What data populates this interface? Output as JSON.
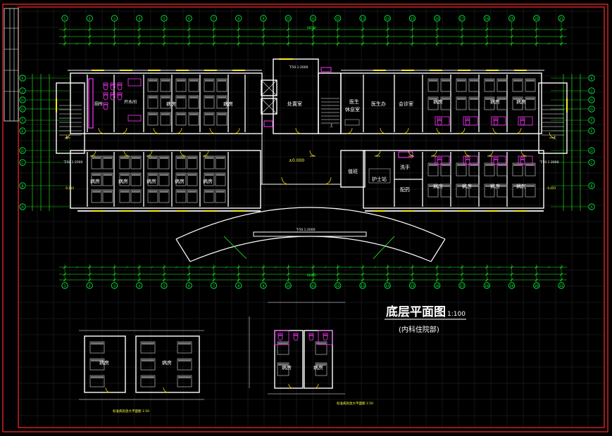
{
  "drawing": {
    "title": "底层平面图",
    "scale": "1:100",
    "subtitle": "(内科住院部)",
    "detail_caption_left": "标准病房放大平面图 1:50",
    "detail_caption_right": "标准病房放大平面图 1:50"
  },
  "axes": {
    "columns": [
      "1",
      "2",
      "3",
      "4",
      "5",
      "6",
      "7",
      "8",
      "9",
      "10",
      "11",
      "12",
      "13",
      "14",
      "15",
      "16",
      "17",
      "18",
      "19",
      "20",
      "21"
    ],
    "rows": [
      "K",
      "J",
      "H",
      "G",
      "F",
      "E",
      "D",
      "C",
      "B",
      "A"
    ],
    "overall_dim": "68300",
    "level_mark": "±0.000",
    "level_low": "-0.450"
  },
  "rooms": {
    "top_left_1": "厕所",
    "top_left_2": "开水间",
    "top_ward_1": "病房",
    "top_ward_2": "病房",
    "treatment": "处置室",
    "doctor_lounge_1": "医生",
    "doctor_lounge_2": "休息室",
    "doctor_office": "医生办",
    "consult": "会诊室",
    "top_right_1": "病房",
    "top_right_2": "病房",
    "top_right_3": "病房",
    "bot_ward_1": "病房",
    "bot_ward_2": "病房",
    "bot_ward_3": "病房",
    "bot_ward_4": "病房",
    "bot_ward_5": "病房",
    "duty": "值班",
    "nurse": "护士站",
    "wash": "洗手",
    "dispense": "配药",
    "bot_right_1": "病房",
    "bot_right_2": "病房",
    "bot_right_3": "病房",
    "bot_right_4": "病房",
    "up_left": "上",
    "up_mid": "上",
    "up_right": "上",
    "detail_a": "病房",
    "detail_b": "病房",
    "detail_c": "病房",
    "detail_d": "病房"
  },
  "labels": {
    "ramp": "下50.1:2000",
    "ramp_left": "下50.1:2000",
    "ramp_right": "下50.1:2000",
    "ramp_top": "下50.1:2000",
    "ramp_canopy": "下50.1:2000"
  },
  "colors": {
    "background": "#000000",
    "wall": "#ffffff",
    "dimension": "#22ff22",
    "axis_circle": "#00ff44",
    "text": "#ffff44",
    "fixture": "#ff33ff",
    "furniture": "#bbbbbb",
    "door": "#ffee22",
    "grid": "#2a2a2a",
    "border": "#ff2a2a",
    "window": "#ffee22"
  }
}
